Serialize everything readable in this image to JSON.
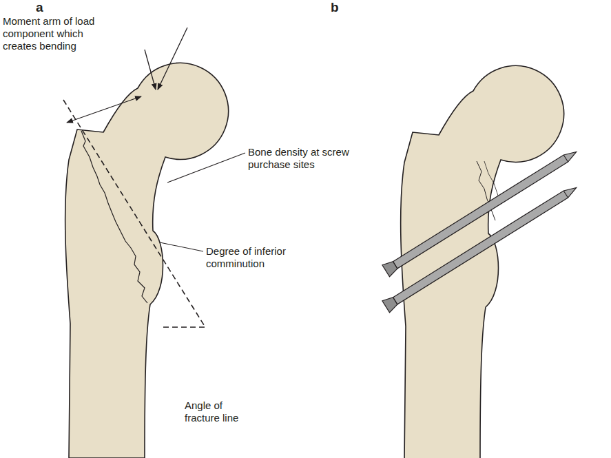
{
  "diagram": {
    "labels": [
      "a",
      "b",
      "Moment arm of load component which creates bending",
      "Bone density at screw purchase sites",
      "Degree of inferior comminution",
      "Angle of fracture line"
    ]
  }
}
